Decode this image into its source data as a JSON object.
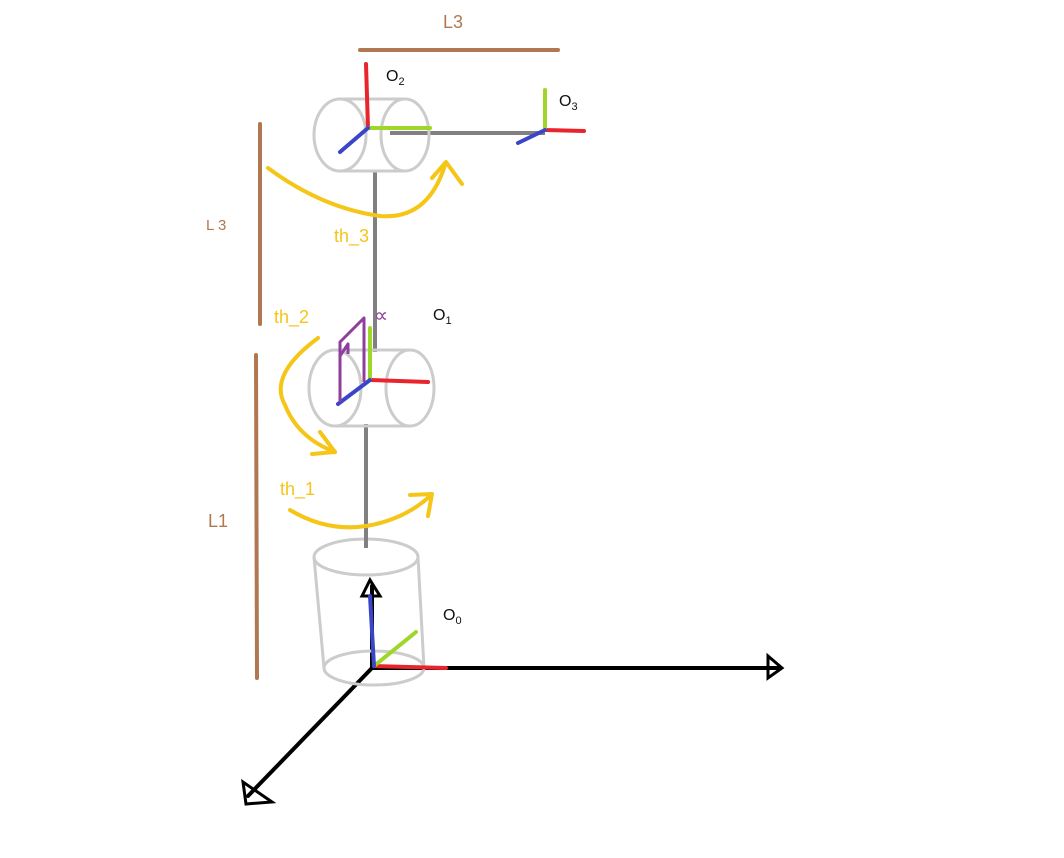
{
  "labels": {
    "length_top": "L3",
    "length_left_upper": "L 3",
    "length_left_lower": "L1",
    "theta_1": "th_1",
    "theta_2": "th_2",
    "theta_3": "th_3",
    "alpha": "∝"
  },
  "origins": [
    {
      "letter": "O",
      "index": "0"
    },
    {
      "letter": "O",
      "index": "1"
    },
    {
      "letter": "O",
      "index": "2"
    },
    {
      "letter": "O",
      "index": "3"
    }
  ],
  "colors": {
    "link": "#808080",
    "cylinder": "#cccccc",
    "dimension": "#b07850",
    "rotation": "#f5c518",
    "axis_x": "#e8242c",
    "axis_y": "#9fd62a",
    "axis_z": "#3b45c8",
    "world_axes": "#000000",
    "alpha_marker": "#8e3f9e"
  }
}
